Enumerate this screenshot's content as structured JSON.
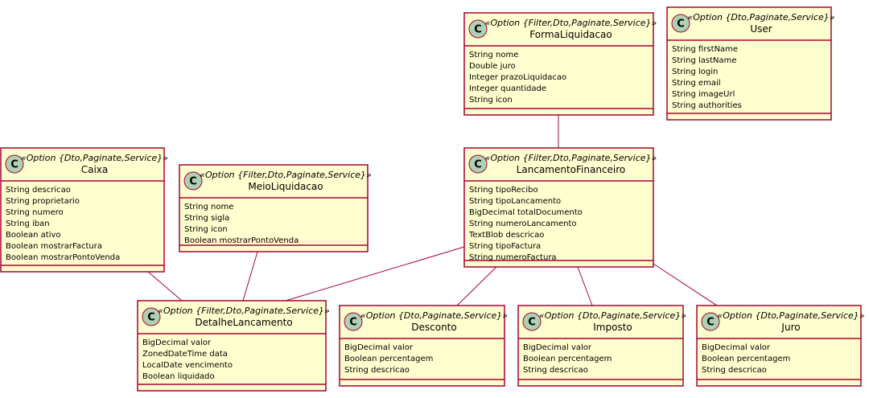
{
  "classes": [
    {
      "id": "FormaLiquidacao",
      "stereotype": "«Option {Filter,Dto,Paginate,Service}»",
      "name": "FormaLiquidacao",
      "circle": "C",
      "attributes": [
        "String nome",
        "Double juro",
        "Integer prazoLiquidacao",
        "Integer quantidade",
        "String icon"
      ]
    },
    {
      "id": "User",
      "stereotype": "«Option {Dto,Paginate,Service}»",
      "name": "User",
      "circle": "C",
      "attributes": [
        "String firstName",
        "String lastName",
        "String login",
        "String email",
        "String imageUrl",
        "String authorities"
      ]
    },
    {
      "id": "Caixa",
      "stereotype": "«Option {Dto,Paginate,Service}»",
      "name": "Caixa",
      "circle": "C",
      "attributes": [
        "String descricao",
        "String proprietario",
        "String numero",
        "String iban",
        "Boolean ativo",
        "Boolean mostrarFactura",
        "Boolean mostrarPontoVenda"
      ]
    },
    {
      "id": "MeioLiquidacao",
      "stereotype": "«Option {Filter,Dto,Paginate,Service}»",
      "name": "MeioLiquidacao",
      "circle": "C",
      "attributes": [
        "String nome",
        "String sigla",
        "String icon",
        "Boolean mostrarPontoVenda"
      ]
    },
    {
      "id": "LancamentoFinanceiro",
      "stereotype": "«Option {Filter,Dto,Paginate,Service}»",
      "name": "LancamentoFinanceiro",
      "circle": "C",
      "attributes": [
        "String tipoRecibo",
        "String tipoLancamento",
        "BigDecimal totalDocumento",
        "String numeroLancamento",
        "TextBlob descricao",
        "String tipoFactura",
        "String numeroFactura"
      ]
    },
    {
      "id": "DetalheLancamento",
      "stereotype": "«Option {Filter,Dto,Paginate,Service}»",
      "name": "DetalheLancamento",
      "circle": "C",
      "attributes": [
        "BigDecimal valor",
        "ZonedDateTime data",
        "LocalDate vencimento",
        "Boolean liquidado"
      ]
    },
    {
      "id": "Desconto",
      "stereotype": "«Option {Dto,Paginate,Service}»",
      "name": "Desconto",
      "circle": "C",
      "attributes": [
        "BigDecimal valor",
        "Boolean percentagem",
        "String descricao"
      ]
    },
    {
      "id": "Imposto",
      "stereotype": "«Option {Dto,Paginate,Service}»",
      "name": "Imposto",
      "circle": "C",
      "attributes": [
        "BigDecimal valor",
        "Boolean percentagem",
        "String descricao"
      ]
    },
    {
      "id": "Juro",
      "stereotype": "«Option {Dto,Paginate,Service}»",
      "name": "Juro",
      "circle": "C",
      "attributes": [
        "BigDecimal valor",
        "Boolean percentagem",
        "String descricao"
      ]
    }
  ],
  "links": [
    {
      "from": "FormaLiquidacao",
      "to": "LancamentoFinanceiro"
    },
    {
      "from": "Caixa",
      "to": "DetalheLancamento"
    },
    {
      "from": "MeioLiquidacao",
      "to": "DetalheLancamento"
    },
    {
      "from": "LancamentoFinanceiro",
      "to": "DetalheLancamento"
    },
    {
      "from": "LancamentoFinanceiro",
      "to": "Desconto"
    },
    {
      "from": "LancamentoFinanceiro",
      "to": "Imposto"
    },
    {
      "from": "LancamentoFinanceiro",
      "to": "Juro"
    }
  ]
}
